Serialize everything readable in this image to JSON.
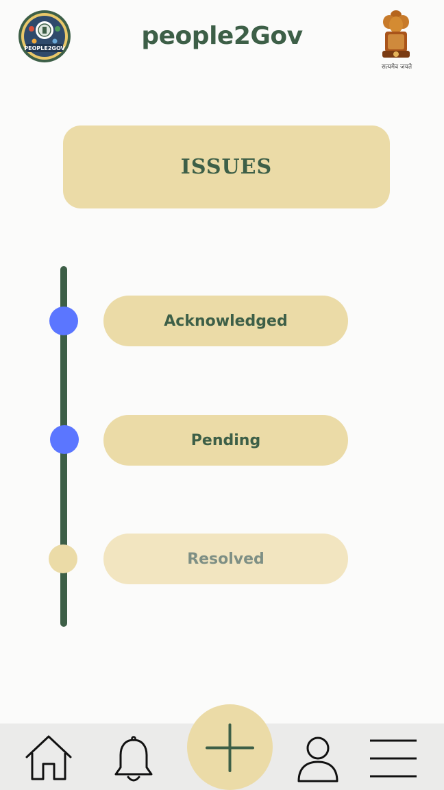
{
  "header": {
    "title": "people2Gov",
    "logo_text": "PEOPLE2GOV",
    "emblem_caption": "सत्यमेव जयते"
  },
  "banner": {
    "label": "ISSUES"
  },
  "timeline": {
    "steps": [
      {
        "label": "Acknowledged",
        "state": "active"
      },
      {
        "label": "Pending",
        "state": "active"
      },
      {
        "label": "Resolved",
        "state": "inactive"
      }
    ]
  },
  "nav": {
    "items": [
      {
        "icon": "home-icon"
      },
      {
        "icon": "bell-icon"
      },
      {
        "icon": "plus-icon"
      },
      {
        "icon": "user-icon"
      },
      {
        "icon": "menu-icon"
      }
    ]
  },
  "colors": {
    "primary_green": "#3d5f47",
    "beige": "#ebdba7",
    "active_blue": "#5b76ff"
  }
}
